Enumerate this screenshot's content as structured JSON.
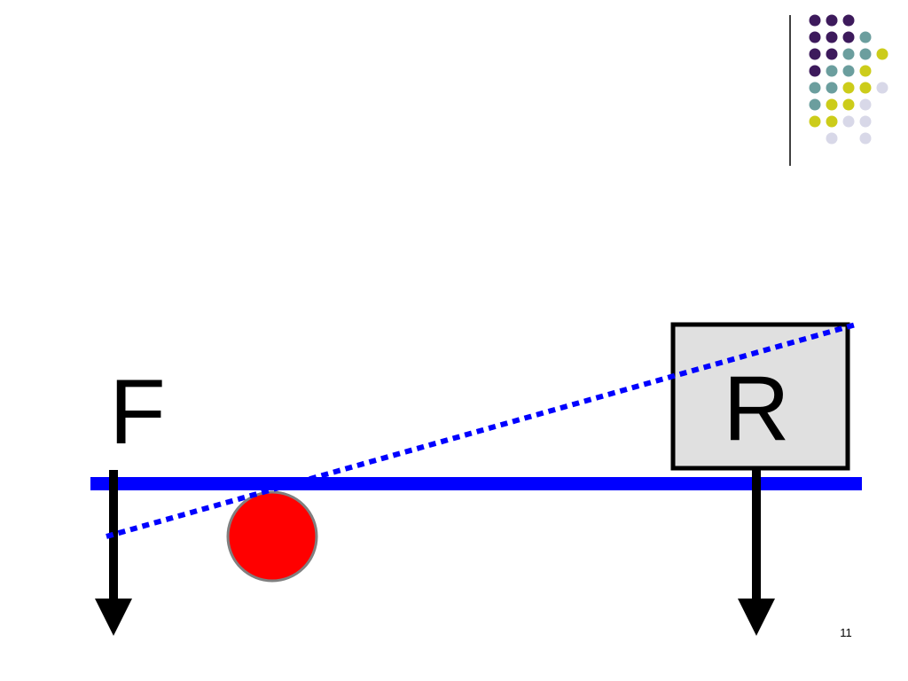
{
  "slide": {
    "page_number": "11"
  },
  "diagram": {
    "effort_label": "F",
    "load_label": "R",
    "colors": {
      "lever": "#0000ff",
      "fulcrum": "#ff0000",
      "fulcrum_outline": "#808080",
      "tilt_line": "#0000ff",
      "arrow": "#000000",
      "load_box_fill": "#e0e0e0",
      "load_box_stroke": "#000000"
    }
  },
  "decoration": {
    "dot_grid_colors": [
      "#3d1a5c",
      "#6b9e9e",
      "#cccc1a",
      "#d8d8e8"
    ],
    "divider_color": "#000000"
  }
}
